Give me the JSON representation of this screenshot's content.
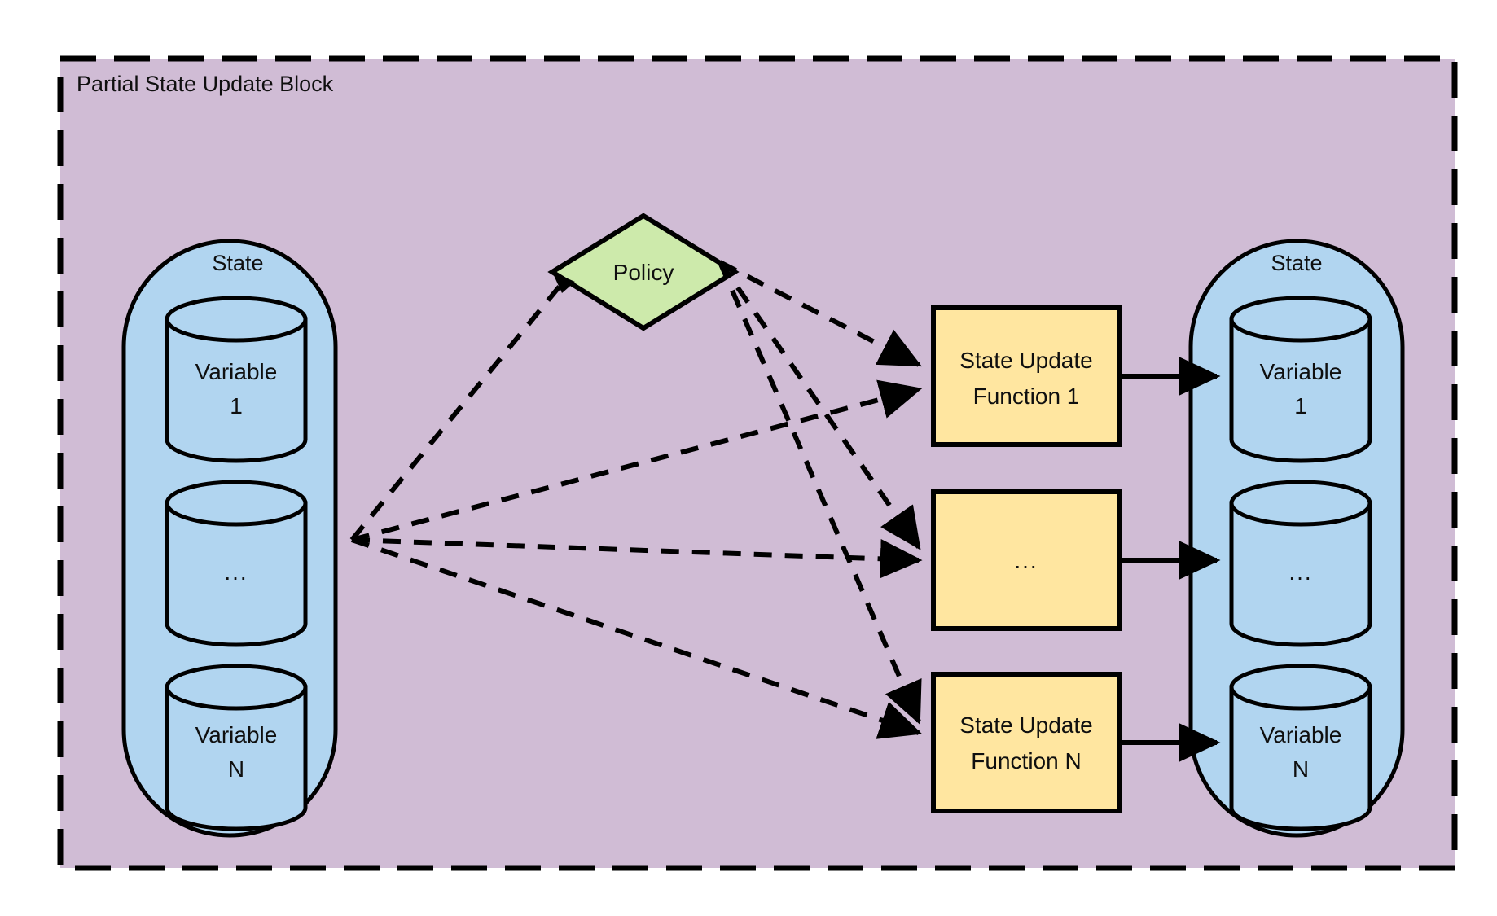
{
  "block": {
    "title": "Partial State Update Block",
    "fill": "#d0bcd5",
    "border": "#000000",
    "border_style": "dashed"
  },
  "colors": {
    "state_container_fill": "#b1d5f0",
    "variable_fill": "#b1d5f0",
    "policy_fill": "#cdeaab",
    "function_fill": "#ffe6a0",
    "stroke": "#000000",
    "text": "#0f0f0f",
    "canvas": "#ffffff"
  },
  "input_state": {
    "label": "State",
    "variables": [
      {
        "id": "in-var-1",
        "label_line1": "Variable",
        "label_line2": "1"
      },
      {
        "id": "in-var-mid",
        "label_line1": "...",
        "label_line2": ""
      },
      {
        "id": "in-var-n",
        "label_line1": "Variable",
        "label_line2": "N"
      }
    ]
  },
  "output_state": {
    "label": "State",
    "variables": [
      {
        "id": "out-var-1",
        "label_line1": "Variable",
        "label_line2": "1"
      },
      {
        "id": "out-var-mid",
        "label_line1": "...",
        "label_line2": ""
      },
      {
        "id": "out-var-n",
        "label_line1": "Variable",
        "label_line2": "N"
      }
    ]
  },
  "policy": {
    "label": "Policy",
    "shape": "diamond"
  },
  "state_update_functions": [
    {
      "id": "suf-1",
      "label_line1": "State Update",
      "label_line2": "Function 1"
    },
    {
      "id": "suf-mid",
      "label_line1": "...",
      "label_line2": ""
    },
    {
      "id": "suf-n",
      "label_line1": "State Update",
      "label_line2": "Function N"
    }
  ],
  "edges": {
    "state_to_policy": {
      "style": "dashed",
      "arrow": "open"
    },
    "state_to_functions": {
      "style": "dashed",
      "arrow": "filled"
    },
    "policy_to_functions": {
      "style": "dashed",
      "arrow": "filled"
    },
    "functions_to_state": {
      "style": "solid",
      "arrow": "filled"
    }
  }
}
